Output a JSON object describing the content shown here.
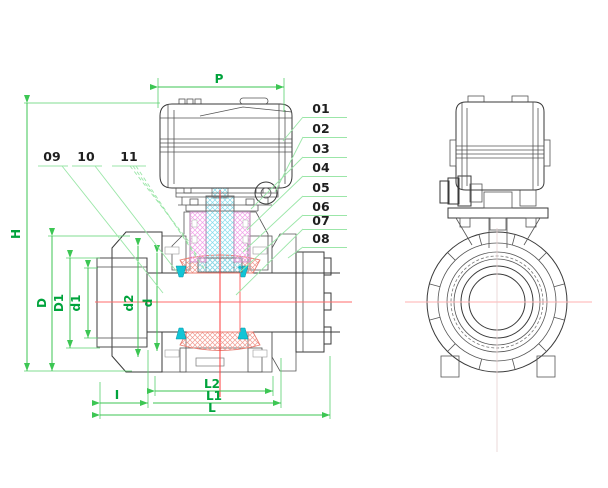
{
  "drawing": {
    "dims": {
      "P": "P",
      "H": "H",
      "D": "D",
      "D1": "D1",
      "d1": "d1",
      "d2": "d2",
      "d": "d",
      "I": "I",
      "L": "L",
      "L1": "L1",
      "L2": "L2"
    },
    "parts": {
      "01": "01",
      "02": "02",
      "03": "03",
      "04": "04",
      "05": "05",
      "06": "06",
      "07": "07",
      "08": "08",
      "09": "09",
      "10": "10",
      "11": "11"
    },
    "colors": {
      "background": "#ffffff",
      "dimension_green": "#00a33c",
      "dimension_line_green": "#3cc653",
      "leader_green": "#9be6a8",
      "part_number_black": "#1f1f1f",
      "centerline_red": "#ff6b6b",
      "hatch_cyan": "#86dcec",
      "hatch_magenta": "#f1a0e8",
      "hatch_red": "#f19a90",
      "seat_teal": "#12c4d6",
      "outline_black": "#3a3a3a"
    }
  }
}
